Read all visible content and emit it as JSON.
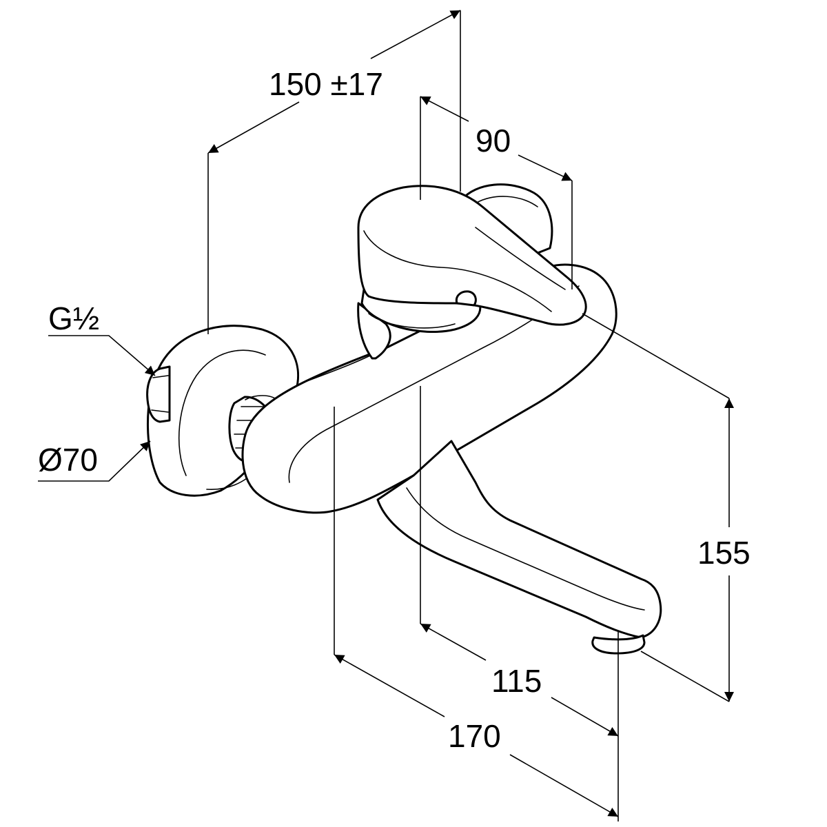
{
  "diagram": {
    "dimensions": {
      "width_adjustment": "150 ±17",
      "lever_depth": "90",
      "thread": "G½",
      "rosette_diameter": "Ø70",
      "height": "155",
      "spout_reach_inner": "115",
      "spout_reach_outer": "170"
    },
    "colors": {
      "line": "#000000",
      "background": "#ffffff"
    }
  }
}
